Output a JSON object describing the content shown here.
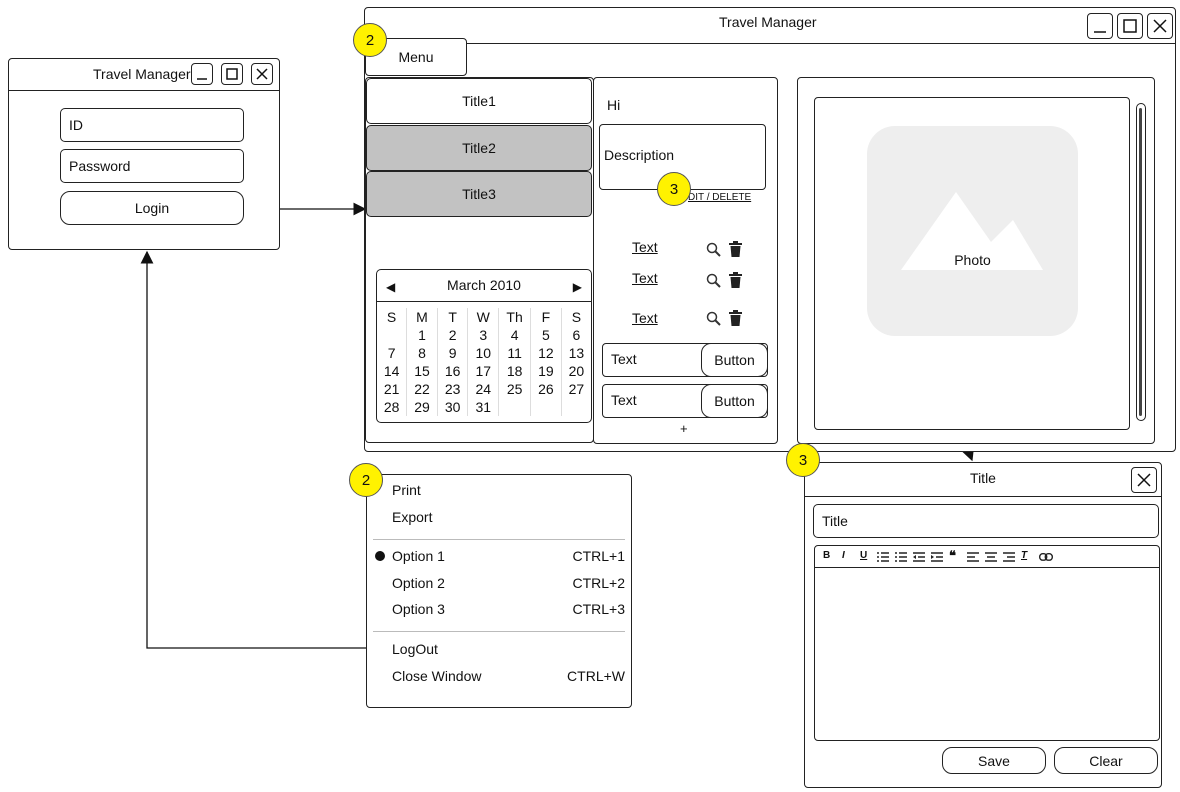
{
  "login_window": {
    "title": "Travel Manager",
    "id_label": "ID",
    "password_label": "Password",
    "login_label": "Login"
  },
  "main_window": {
    "title": "Travel Manager",
    "menu_label": "Menu",
    "list_items": [
      "Title1",
      "Title2",
      "Title3"
    ],
    "calendar": {
      "month": "March 2010",
      "weekdays": [
        "S",
        "M",
        "T",
        "W",
        "Th",
        "F",
        "S"
      ],
      "weeks": [
        [
          "",
          "1",
          "2",
          "3",
          "4",
          "5",
          "6"
        ],
        [
          "7",
          "8",
          "9",
          "10",
          "11",
          "12",
          "13"
        ],
        [
          "14",
          "15",
          "16",
          "17",
          "18",
          "19",
          "20"
        ],
        [
          "21",
          "22",
          "23",
          "24",
          "25",
          "26",
          "27"
        ],
        [
          "28",
          "29",
          "30",
          "31",
          "",
          "",
          ""
        ]
      ]
    },
    "detail": {
      "greeting": "Hi",
      "description": "Description",
      "edit_delete": "DIT  / DELETE",
      "links": [
        "Text",
        "Text",
        "Text"
      ],
      "text_rows": [
        {
          "text": "Text",
          "button": "Button"
        },
        {
          "text": "Text",
          "button": "Button"
        }
      ],
      "add": "+"
    },
    "photo_label": "Photo"
  },
  "context_menu": {
    "items": [
      {
        "label": "Print",
        "shortcut": ""
      },
      {
        "label": "Export",
        "shortcut": ""
      },
      {
        "label": "Option 1",
        "shortcut": "CTRL+1",
        "selected": true
      },
      {
        "label": "Option 2",
        "shortcut": "CTRL+2"
      },
      {
        "label": "Option 3",
        "shortcut": "CTRL+3"
      },
      {
        "label": "LogOut",
        "shortcut": ""
      },
      {
        "label": "Close Window",
        "shortcut": "CTRL+W"
      }
    ]
  },
  "editor_window": {
    "title": "Title",
    "title_field": "Title",
    "toolbar": [
      "B",
      "I",
      "U",
      "ol",
      "ul",
      "outdent",
      "indent",
      "quote",
      "align-left",
      "align-center",
      "align-right",
      "clear-format",
      "link"
    ],
    "save_label": "Save",
    "clear_label": "Clear"
  },
  "callouts": {
    "main_menu": "2",
    "description": "3",
    "context_menu": "2",
    "editor": "3"
  },
  "colors": {
    "callout": "#fff200",
    "selected_row": "#c2c2c2",
    "photo_bg": "#eeeeee"
  }
}
